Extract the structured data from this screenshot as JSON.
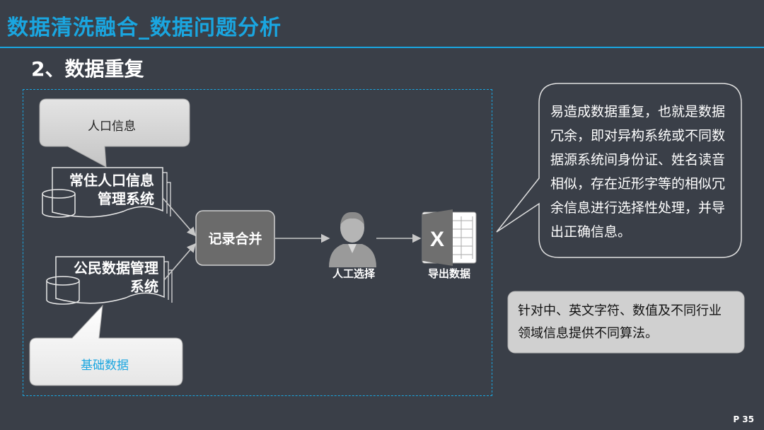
{
  "slide": {
    "title": "数据清洗融合_数据问题分析",
    "subtitle": "2、数据重复",
    "page": "P 35"
  },
  "diagram": {
    "callout_population": "人口信息",
    "system1": [
      "常住人口信息",
      "管理系统"
    ],
    "system2": [
      "公民数据管理",
      "系统"
    ],
    "callout_base": "基础数据",
    "merge": "记录合并",
    "person": "人工选择",
    "export": "导出数据"
  },
  "notes": {
    "bubble": [
      "易造成数据重复，也就是数据",
      "冗余，即对异构系统或不同数",
      "据源系统间身份证、姓名读音",
      "相似，存在近形字等的相似冗",
      "余信息进行选择性处理，并导",
      "出正确信息。"
    ],
    "box": [
      "针对中、英文字符、数值及不同行业",
      "领域信息提供不同算法。"
    ]
  },
  "colors": {
    "accent": "#1aa6e0",
    "background": "#3a3f48"
  }
}
